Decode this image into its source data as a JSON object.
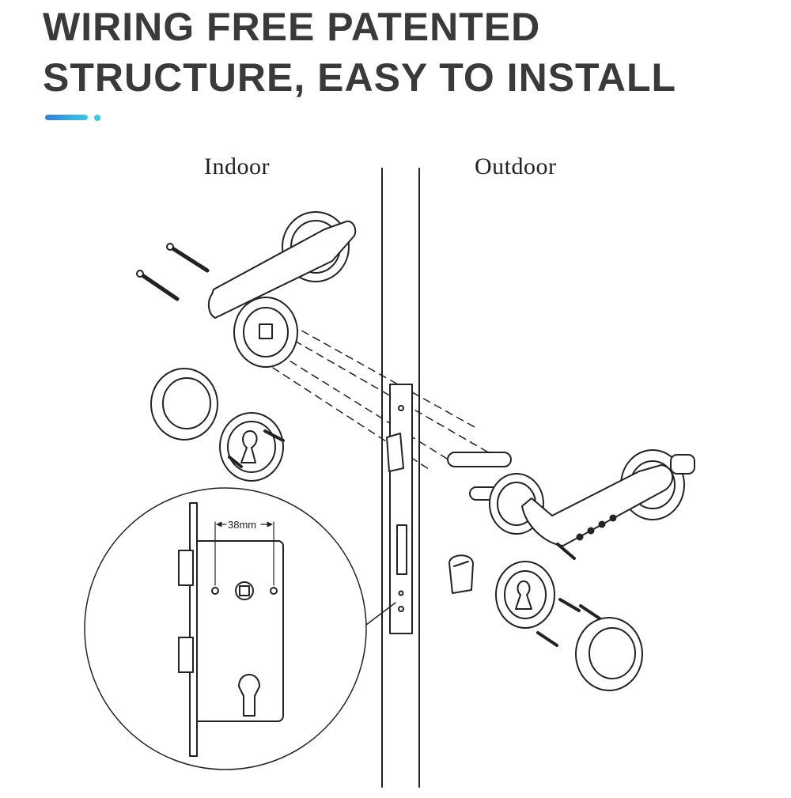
{
  "headline": {
    "line1": "WIRING FREE PATENTED",
    "line2": "STRUCTURE, EASY TO INSTALL"
  },
  "accent": {
    "bar_color": "#2f7fd6",
    "dot_color": "#3cc8e6"
  },
  "diagram": {
    "indoor_label": "Indoor",
    "outdoor_label": "Outdoor",
    "measurement_label": "38mm"
  },
  "icons": {
    "screw": "screw-icon",
    "handle": "lever-handle-icon",
    "rosette": "rosette-icon",
    "cylinder": "lock-cylinder-icon"
  }
}
